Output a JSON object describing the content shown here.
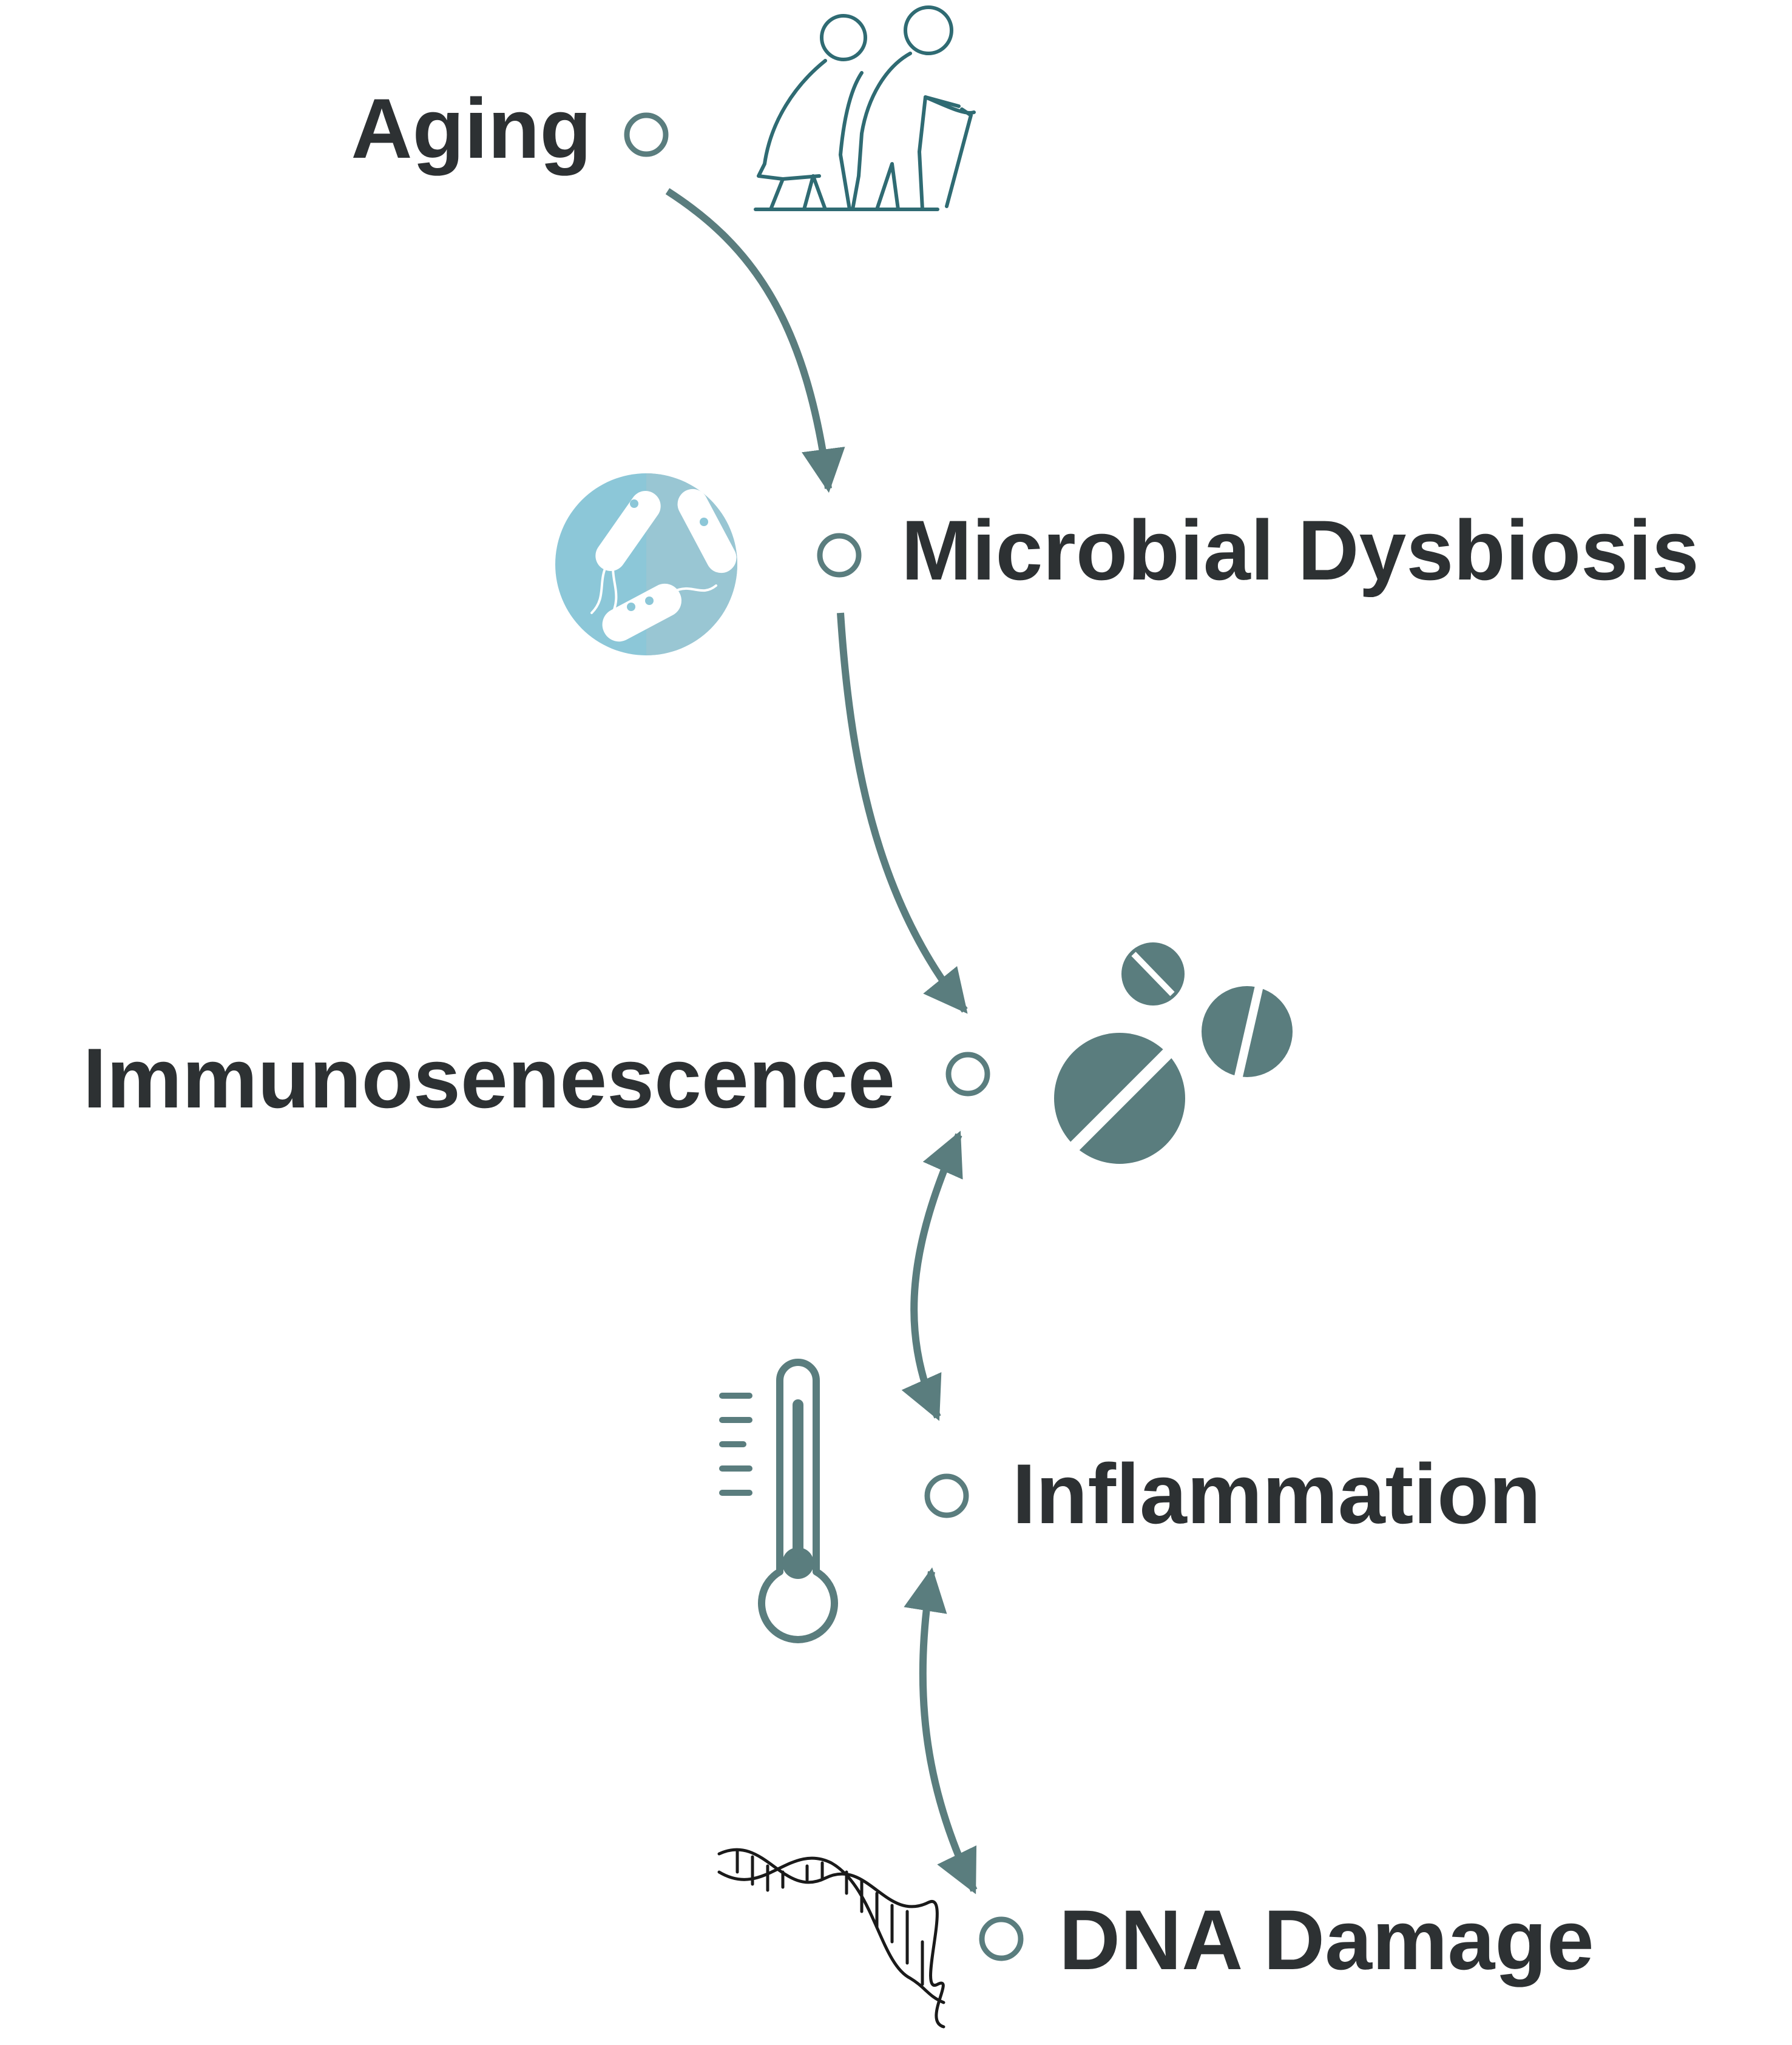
{
  "colors": {
    "accent": "#5a7d7e",
    "text": "#2d3133",
    "bacteria_bg": "#8cc7d8",
    "dna_ink": "#1a1a1a"
  },
  "nodes": [
    {
      "id": "aging",
      "label": "Aging",
      "icon": "elderly-couple-icon"
    },
    {
      "id": "dysbiosis",
      "label": "Microbial Dysbiosis",
      "icon": "bacteria-icon"
    },
    {
      "id": "immuno",
      "label": "Immunosenescence",
      "icon": "pills-icon"
    },
    {
      "id": "inflammation",
      "label": "Inflammation",
      "icon": "thermometer-icon"
    },
    {
      "id": "dna",
      "label": "DNA Damage",
      "icon": "dna-helix-icon"
    }
  ],
  "edges": [
    {
      "from": "Aging",
      "to": "Microbial Dysbiosis",
      "direction": "forward"
    },
    {
      "from": "Microbial Dysbiosis",
      "to": "Immunosenescence",
      "direction": "forward"
    },
    {
      "from": "Immunosenescence",
      "to": "Inflammation",
      "direction": "both"
    },
    {
      "from": "Inflammation",
      "to": "DNA Damage",
      "direction": "both"
    }
  ]
}
